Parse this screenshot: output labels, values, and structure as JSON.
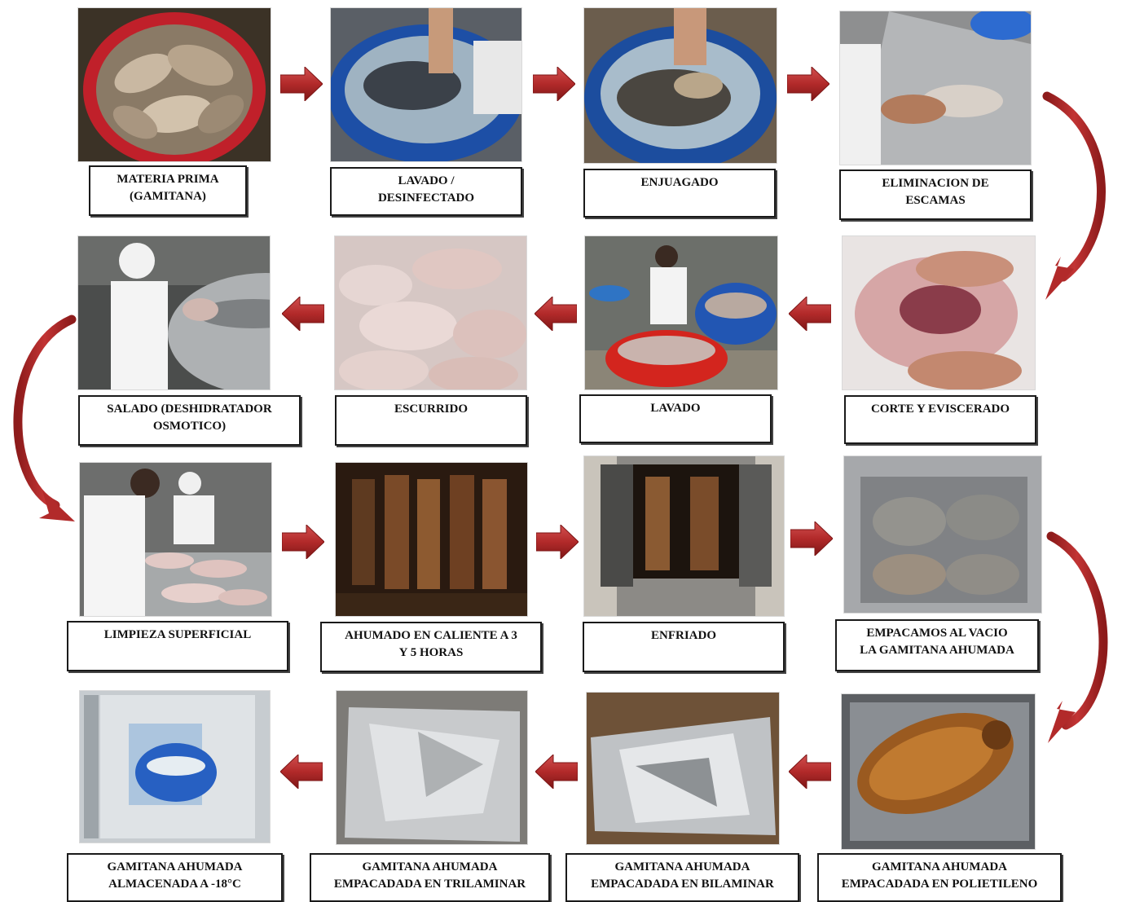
{
  "steps": [
    {
      "id": "materia-prima",
      "label": "MATERIA PRIMA\n(GAMITANA)"
    },
    {
      "id": "lavado-desinfectado",
      "label": "LAVADO /\nDESINFECTADO"
    },
    {
      "id": "enjuagado",
      "label": "ENJUAGADO"
    },
    {
      "id": "eliminacion-escamas",
      "label": "ELIMINACION DE\nESCAMAS"
    },
    {
      "id": "corte-eviscerado",
      "label": "CORTE Y EVISCERADO"
    },
    {
      "id": "lavado",
      "label": "LAVADO"
    },
    {
      "id": "escurrido",
      "label": "ESCURRIDO"
    },
    {
      "id": "salado",
      "label": "SALADO (DESHIDRATADOR\nOSMOTICO)"
    },
    {
      "id": "limpieza-superficial",
      "label": "LIMPIEZA SUPERFICIAL"
    },
    {
      "id": "ahumado",
      "label": "AHUMADO EN CALIENTE A 3\nY 5 HORAS"
    },
    {
      "id": "enfriado",
      "label": "ENFRIADO"
    },
    {
      "id": "empacamos-vacio",
      "label": "EMPACAMOS AL VACIO\nLA GAMITANA AHUMADA"
    },
    {
      "id": "empacada-polietileno",
      "label": "GAMITANA AHUMADA\nEMPACADADA EN POLIETILENO"
    },
    {
      "id": "empacada-bilaminar",
      "label": "GAMITANA AHUMADA\nEMPACADADA EN BILAMINAR"
    },
    {
      "id": "empacada-trilaminar",
      "label": "GAMITANA AHUMADA\nEMPACADADA EN TRILAMINAR"
    },
    {
      "id": "almacenada",
      "label": "GAMITANA AHUMADA\nALMACENADA A -18°C"
    }
  ],
  "colors": {
    "arrow": "#b22a2a",
    "arrow_dark": "#7d1616",
    "label_border": "#1a1a1a"
  }
}
